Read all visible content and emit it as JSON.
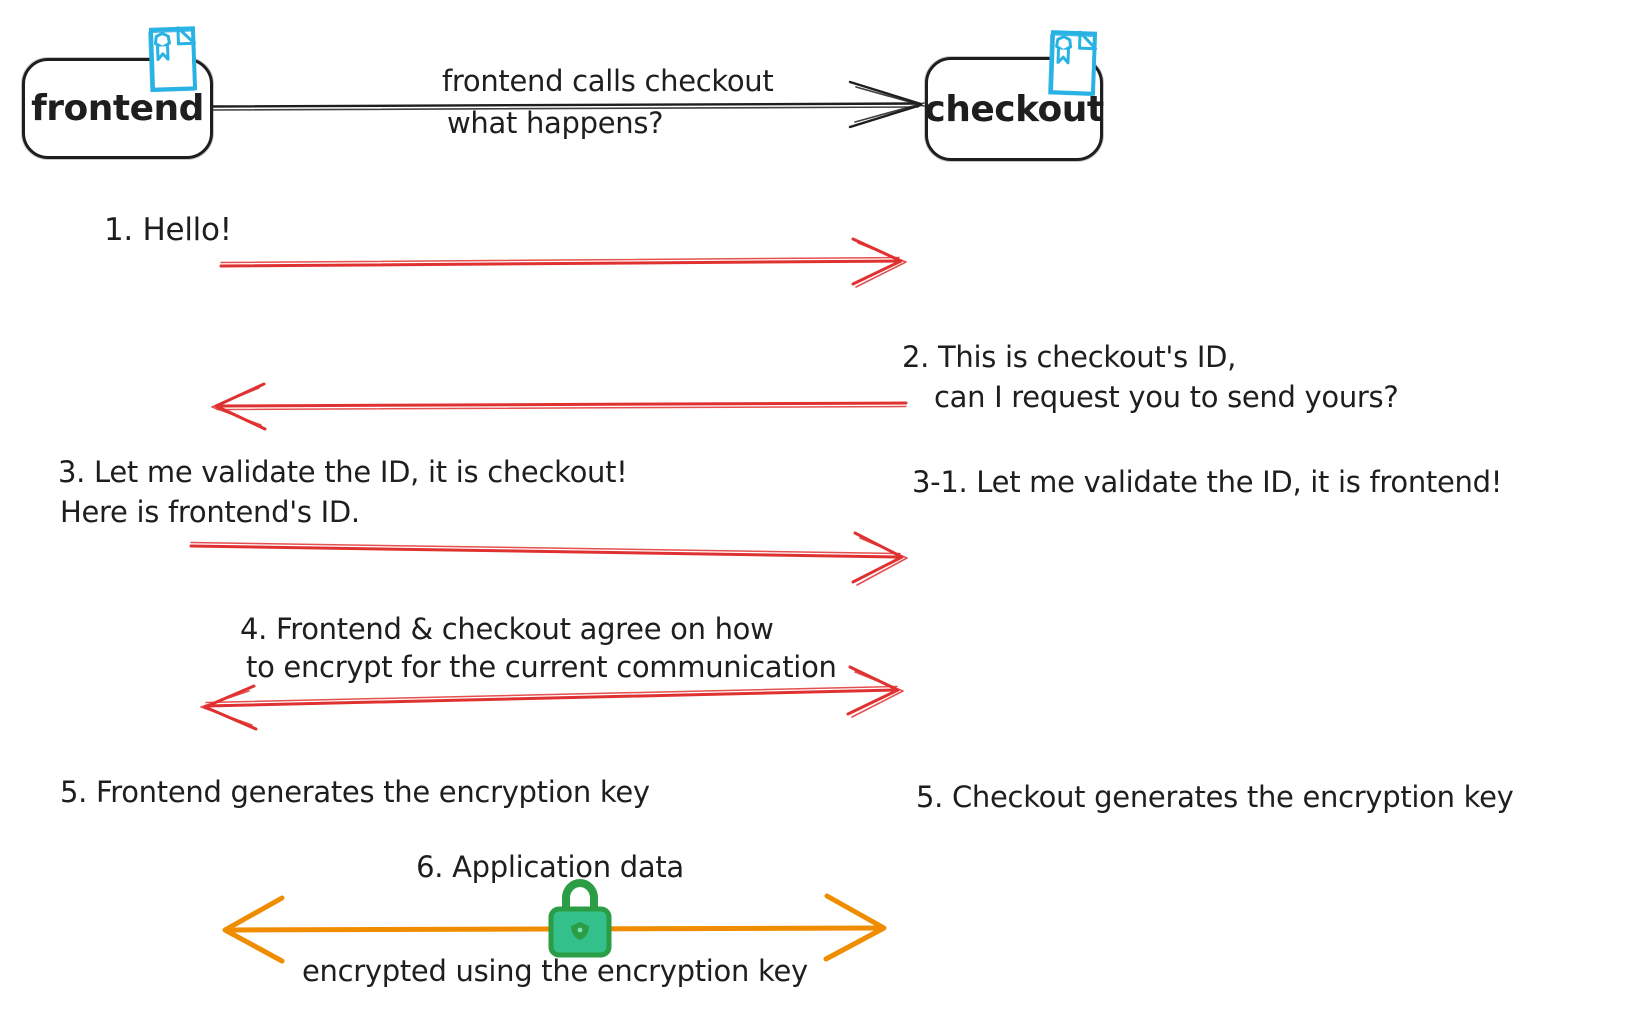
{
  "colors": {
    "ink": "#1e1e1e",
    "red": "#e03131",
    "orange": "#f08c00",
    "blue": "#29b2e4",
    "green_dark": "#2a9d45",
    "green_fill": "#34c08b",
    "green_dot": "#7de3b5"
  },
  "actors": {
    "left": "frontend",
    "right": "checkout"
  },
  "top_arrow": {
    "line1": "frontend calls checkout",
    "line2": "what happens?"
  },
  "messages": {
    "m1": {
      "text": "1. Hello!"
    },
    "m2": {
      "line1": "2. This is checkout's ID,",
      "line2": "can I request you to send yours?"
    },
    "m3": {
      "line1": "3. Let me validate the ID, it is checkout!",
      "line2": "Here is frontend's ID.",
      "right": "3-1. Let me validate the ID, it is frontend!"
    },
    "m4": {
      "line1": "4. Frontend & checkout agree on how",
      "line2": "to encrypt for the current communication"
    },
    "m5": {
      "left": "5. Frontend generates the encryption key",
      "right": "5. Checkout generates the encryption key"
    },
    "m6": {
      "title": "6. Application data",
      "caption": "encrypted using the encryption key"
    }
  },
  "icons": {
    "certificate": "certificate-icon",
    "lock": "lock-icon"
  }
}
